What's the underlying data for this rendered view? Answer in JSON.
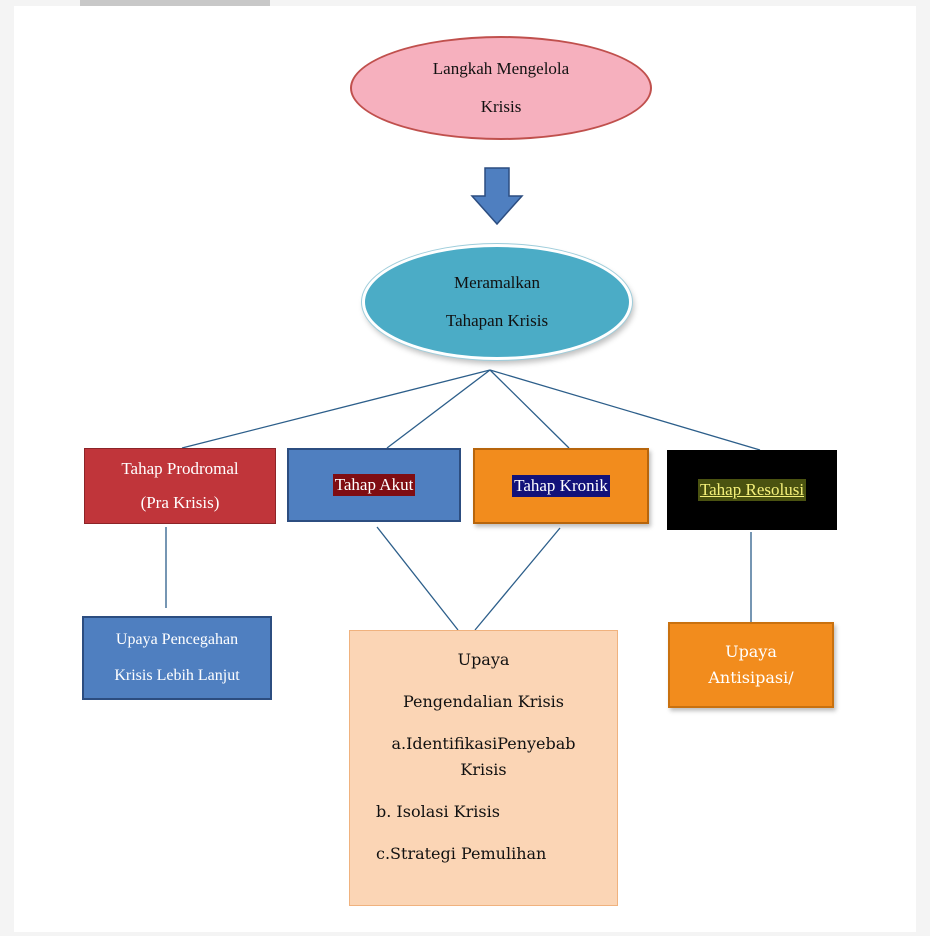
{
  "diagram": {
    "top": {
      "line1": "Langkah Mengelola",
      "line2": "Krisis"
    },
    "middle": {
      "line1": "Meramalkan",
      "line2": "Tahapan Krisis"
    },
    "stages": {
      "prodromal": {
        "line1": "Tahap Prodromal",
        "line2": "(Pra Krisis)"
      },
      "akut": "Tahap Akut",
      "kronik": "Tahap Kronik",
      "resolusi": "Tahap Resolusi"
    },
    "efforts": {
      "left": {
        "line1": "Upaya Pencegahan",
        "line2": "Krisis Lebih Lanjut"
      },
      "center": {
        "line1": "Upaya",
        "line2": "Pengendalian Krisis",
        "item_a1": "a.IdentifikasiPenyebab",
        "item_a2": "Krisis",
        "item_b": "b. Isolasi Krisis",
        "item_c": "c.Strategi Pemulihan"
      },
      "right": {
        "line1": "Upaya",
        "line2": "Antisipasi/"
      }
    },
    "colors": {
      "top_fill": "#f6b0be",
      "middle_fill": "#4bacc6",
      "arrow": "#4f7fc0",
      "prodromal_fill": "#c0353a",
      "akut_fill": "#4f7fc0",
      "kronik_fill": "#f28c1d",
      "resolusi_fill": "#000000",
      "center_fill": "#fbd5b5"
    }
  }
}
